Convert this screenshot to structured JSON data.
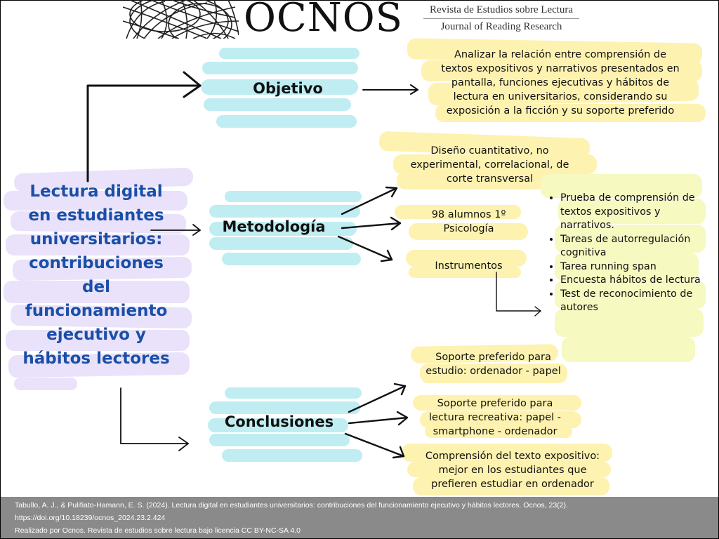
{
  "header": {
    "logo_text": "OCNOS",
    "subtitle_es": "Revista de Estudios sobre Lectura",
    "subtitle_en": "Journal of Reading Research"
  },
  "central": {
    "title_lines": [
      "Lectura digital",
      "en estudiantes",
      "universitarios:",
      "contribuciones",
      "del",
      "funcionamiento",
      "ejecutivo y",
      "hábitos lectores"
    ]
  },
  "sections": {
    "objetivo": {
      "label": "Objetivo",
      "text_lines": [
        "Analizar la relación entre comprensión de",
        "textos expositivos y narrativos presentados en",
        "pantalla, funciones ejecutivas y hábitos de",
        "lectura en universitarios, considerando su",
        "exposición a la ficción y su soporte preferido"
      ]
    },
    "metodologia": {
      "label": "Metodología",
      "diseno_lines": [
        "Diseño cuantitativo, no",
        "experimental, correlacional, de",
        "corte transversal"
      ],
      "muestra_lines": [
        "98 alumnos 1º",
        "Psicología"
      ],
      "instrumentos_label": "Instrumentos",
      "instrumentos": [
        "Prueba de comprensión de textos expositivos y narrativos.",
        "Tareas de autorregulación cognitiva",
        "Tarea running span",
        "Encuesta hábitos de lectura",
        "Test de reconocimiento de autores"
      ]
    },
    "conclusiones": {
      "label": "Conclusiones",
      "items": [
        {
          "lines": [
            "Soporte preferido para",
            "estudio: ordenador - papel"
          ]
        },
        {
          "lines": [
            "Soporte preferido para",
            "lectura recreativa: papel -",
            "smartphone - ordenador"
          ]
        },
        {
          "lines": [
            "Comprensión del texto expositivo:",
            "mejor en los estudiantes que",
            "prefieren estudiar en ordenador"
          ]
        }
      ]
    }
  },
  "footer": {
    "citation": "Tabullo, A. J., & Pulifiato-Hamann, E. S. (2024). Lectura digital en estudiantes universitarios: contribuciones del funcionamiento ejecutivo y hábitos lectores. Ocnos, 23(2).",
    "doi": "https://doi.org/10.18239/ocnos_2024.23.2.424",
    "license": "Realizado por Ocnos. Revista de estudios sobre lectura bajo licencia CC BY-NC-SA 4.0"
  },
  "colors": {
    "title_blue": "#1a4fa8",
    "cyan_highlight": "#bfedf2",
    "yellow_highlight": "#fdf2b0",
    "purple_highlight": "#e8e0fa",
    "footer_gray": "#8a8a8a"
  }
}
